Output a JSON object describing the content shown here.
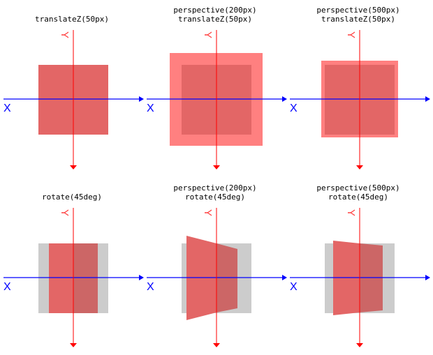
{
  "axes": {
    "x_label": "X",
    "y_label": "Y"
  },
  "colors": {
    "axis_x": "#0000ff",
    "axis_y": "#ff0000",
    "front": "#e36666",
    "back": "#cc6666",
    "near": "#ff8080",
    "reference": "#cccccc"
  },
  "panels": [
    {
      "title": [
        "translateZ(50px)"
      ]
    },
    {
      "title": [
        "perspective(200px)",
        "translateZ(50px)"
      ]
    },
    {
      "title": [
        "perspective(500px)",
        "translateZ(50px)"
      ]
    },
    {
      "title": [
        "rotate(45deg)"
      ]
    },
    {
      "title": [
        "perspective(200px)",
        "rotate(45deg)"
      ]
    },
    {
      "title": [
        "perspective(500px)",
        "rotate(45deg)"
      ]
    }
  ]
}
